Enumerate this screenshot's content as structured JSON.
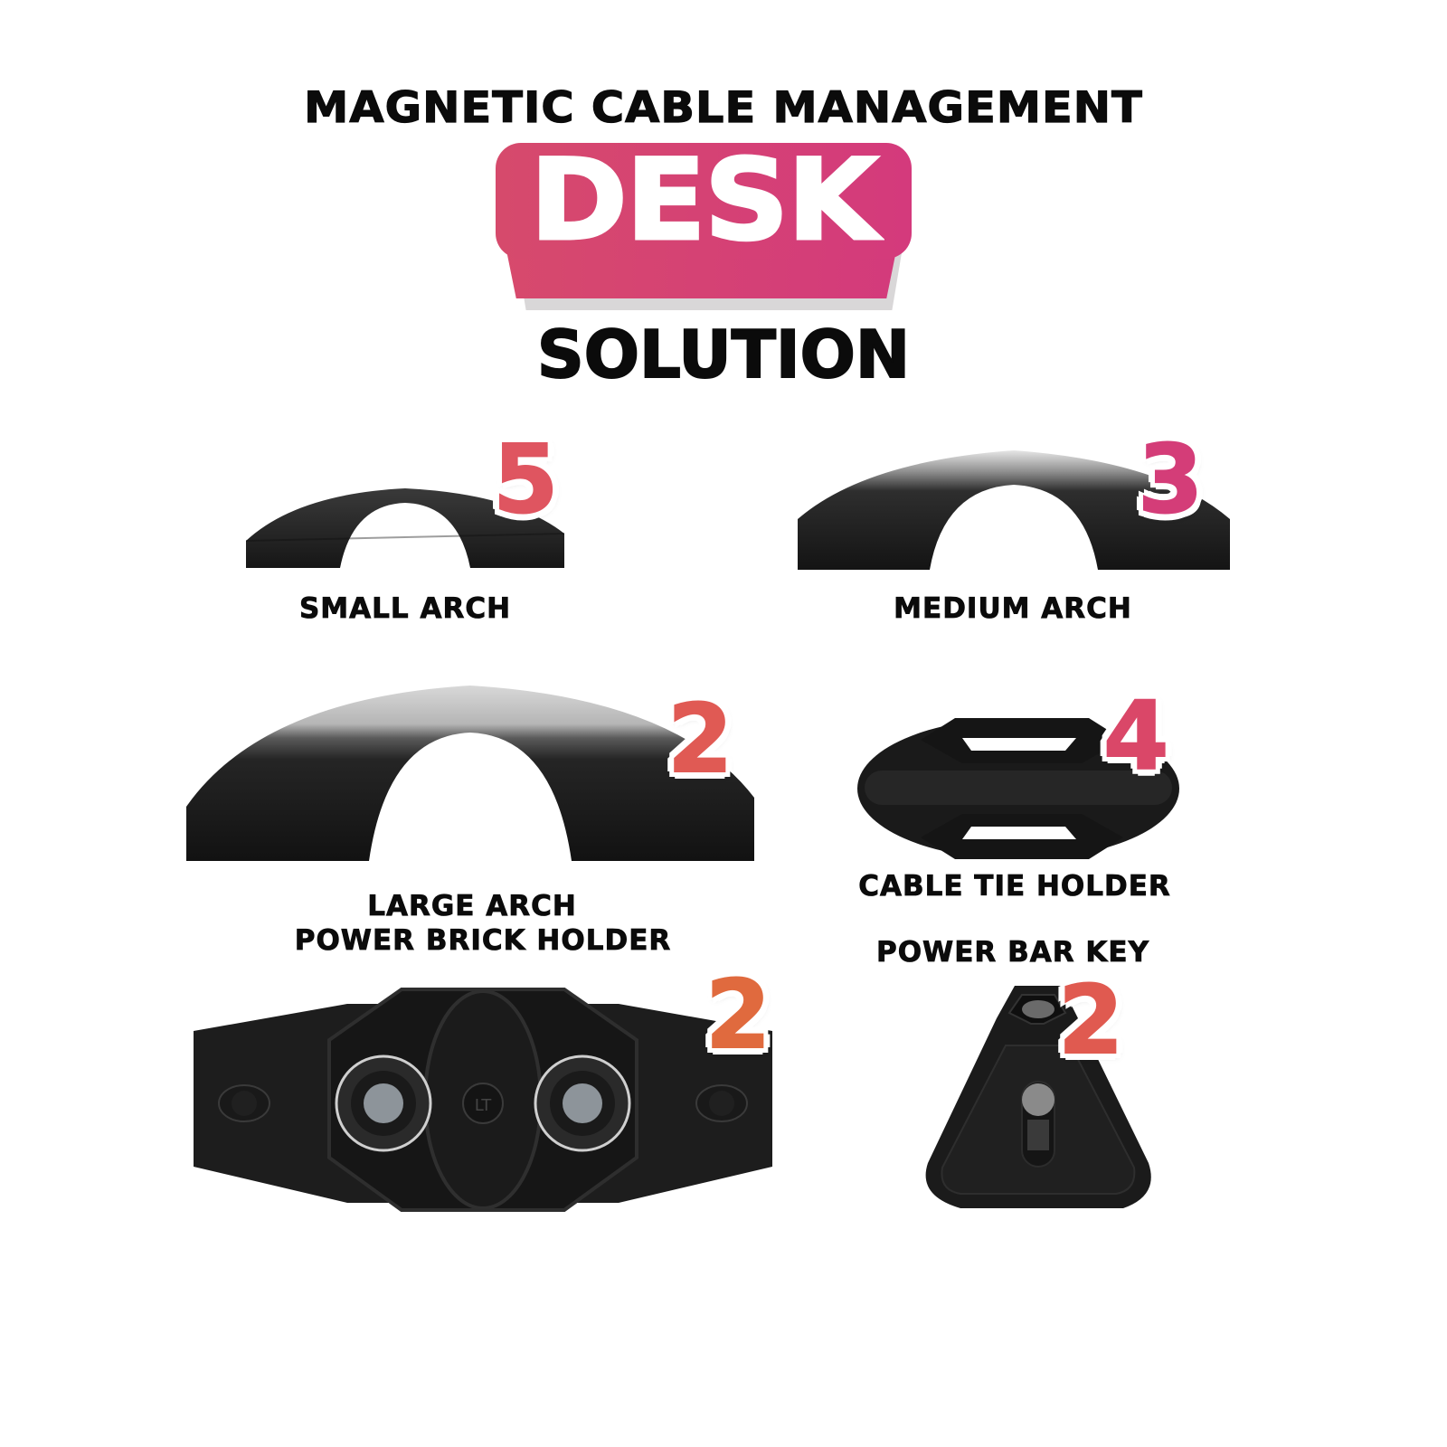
{
  "header": {
    "headline": "MAGNETIC CABLE MANAGEMENT",
    "highlight": "DESK",
    "subline": "SOLUTION"
  },
  "colors": {
    "highlight_gradient_start": "#d74a6c",
    "highlight_gradient_end": "#d3357f",
    "shadow_gray": "#d9d7d8",
    "product_black": "#1c1c1c",
    "badge_coral": "#e05a54",
    "badge_pink": "#d43d78",
    "badge_orange": "#e06a3e"
  },
  "products": [
    {
      "name": "SMALL ARCH",
      "quantity": "5",
      "badge_color": "#df5560",
      "icon": "small-arch-icon"
    },
    {
      "name": "MEDIUM ARCH",
      "quantity": "3",
      "badge_color": "#d43d78",
      "icon": "medium-arch-icon"
    },
    {
      "name": "LARGE ARCH",
      "quantity": "2",
      "badge_color": "#e05a54",
      "icon": "large-arch-icon"
    },
    {
      "name": "CABLE TIE HOLDER",
      "quantity": "4",
      "badge_color": "#da4768",
      "icon": "cable-tie-holder-icon"
    },
    {
      "name": "POWER BRICK HOLDER",
      "quantity": "2",
      "badge_color": "#e06a3e",
      "icon": "power-brick-holder-icon"
    },
    {
      "name": "POWER BAR KEY",
      "quantity": "2",
      "badge_color": "#e05a50",
      "icon": "power-bar-key-icon"
    }
  ]
}
